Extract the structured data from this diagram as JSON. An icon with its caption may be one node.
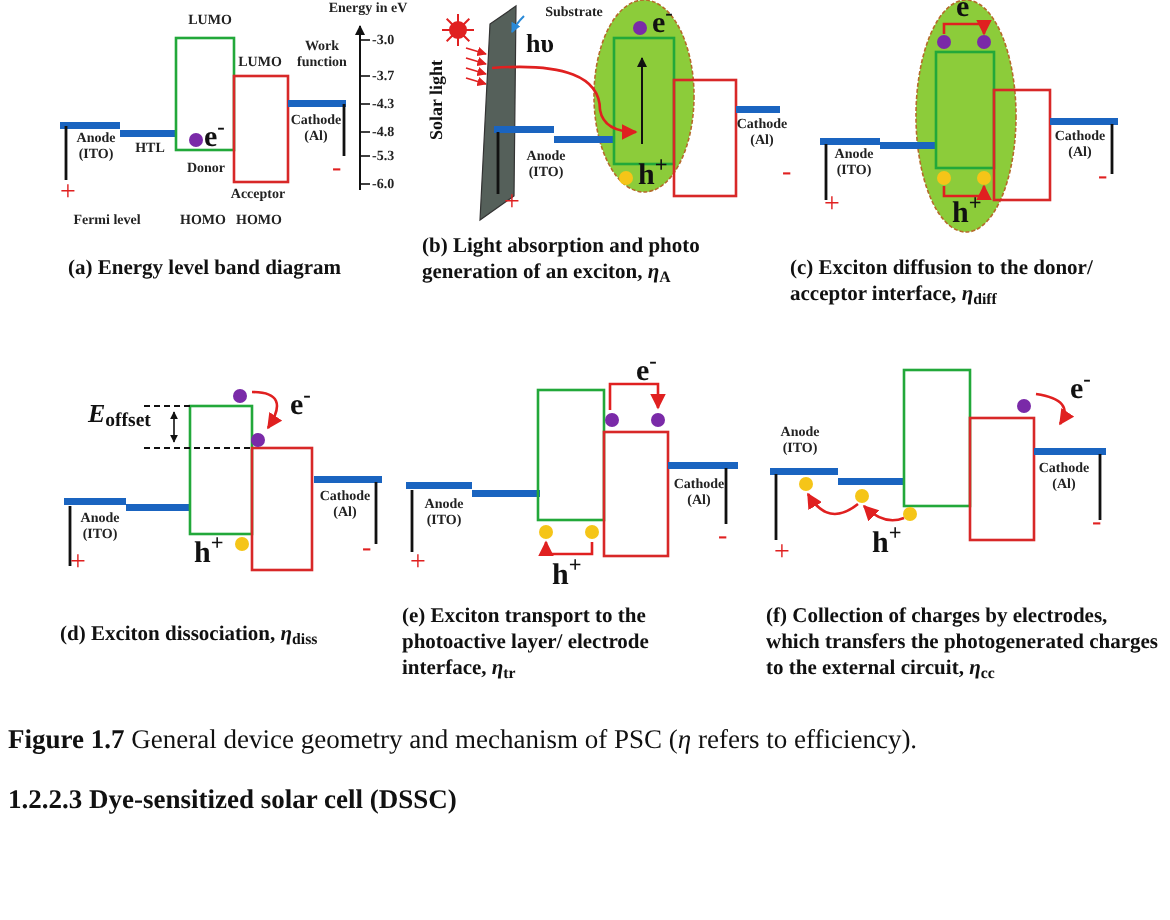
{
  "diagram": {
    "caption": "**Figure 1.7** General device geometry and mechanism of PSC (*η* refers to efficiency).",
    "labels": [
      "LUMO",
      "LUMO",
      "Work function",
      "Energy in eV",
      "-3.0",
      "-3.7",
      "-4.3",
      "-4.8",
      "-5.3",
      "-6.0",
      "Anode (ITO)",
      "HTL",
      "e$^{-}$",
      "Donor",
      "Cathode (Al)",
      "+",
      "-",
      "Acceptor",
      "Fermi level",
      "HOMO",
      "HOMO",
      "(a) Energy level band diagram",
      "Solar light",
      "Substrate",
      "hυ",
      "e$^{-}$",
      "Anode (ITO)",
      "Cathode (Al)",
      "h$^{+}$",
      "+",
      "-",
      "(b) Light absorption  and photo generation of an exciton,  *η*$_{A}$",
      "e$^{-}$",
      "Anode (ITO)",
      "Cathode (Al)",
      "h$^{+}$",
      "+",
      "-",
      "(c) Exciton diffusion to the donor/ acceptor interface,  *η*$_{diff}$",
      "*E*$_{offset}$",
      "e$^{-}$",
      "Anode (ITO)",
      "Cathode (Al)",
      "h$^{+}$",
      "+",
      "-",
      "(d) Exciton dissociation,  *η*$_{diss}$",
      "e$^{-}$",
      "Anode (ITO)",
      "Cathode (Al)",
      "h$^{+}$",
      "+",
      "-",
      "(e) Exciton transport to the photoactive layer/ electrode interface,  *η*$_{tr}$",
      "Anode (ITO)",
      "e$^{-}$",
      "Cathode (Al)",
      "h$^{+}$",
      "+",
      "-",
      "(f) Collection of charges by electrodes, which transfers the photogenerated charges to the external circuit,  *η*$_{cc}$",
      "1.2.2.3 Dye-sensitized solar cell (DSSC)"
    ]
  }
}
